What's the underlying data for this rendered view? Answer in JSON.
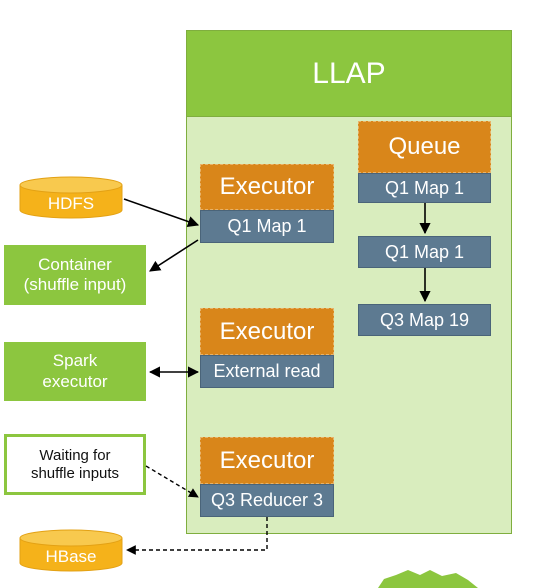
{
  "llap": {
    "title": "LLAP"
  },
  "queue": {
    "title": "Queue",
    "items": [
      "Q1 Map 1",
      "Q1 Map 1",
      "Q3 Map 19"
    ]
  },
  "executors": [
    {
      "title": "Executor",
      "task": "Q1 Map 1"
    },
    {
      "title": "Executor",
      "task": "External read"
    },
    {
      "title": "Executor",
      "task": "Q3 Reducer 3"
    }
  ],
  "external": {
    "hdfs": "HDFS",
    "container": "Container\n(shuffle input)",
    "spark": "Spark\nexecutor",
    "waiting": "Waiting for\nshuffle inputs",
    "hbase": "HBase"
  },
  "colors": {
    "green": "#8cc63f",
    "light_green": "#d9edbe",
    "orange": "#d9861a",
    "slate": "#5d7a91",
    "cylinder": "#f5b21a"
  }
}
